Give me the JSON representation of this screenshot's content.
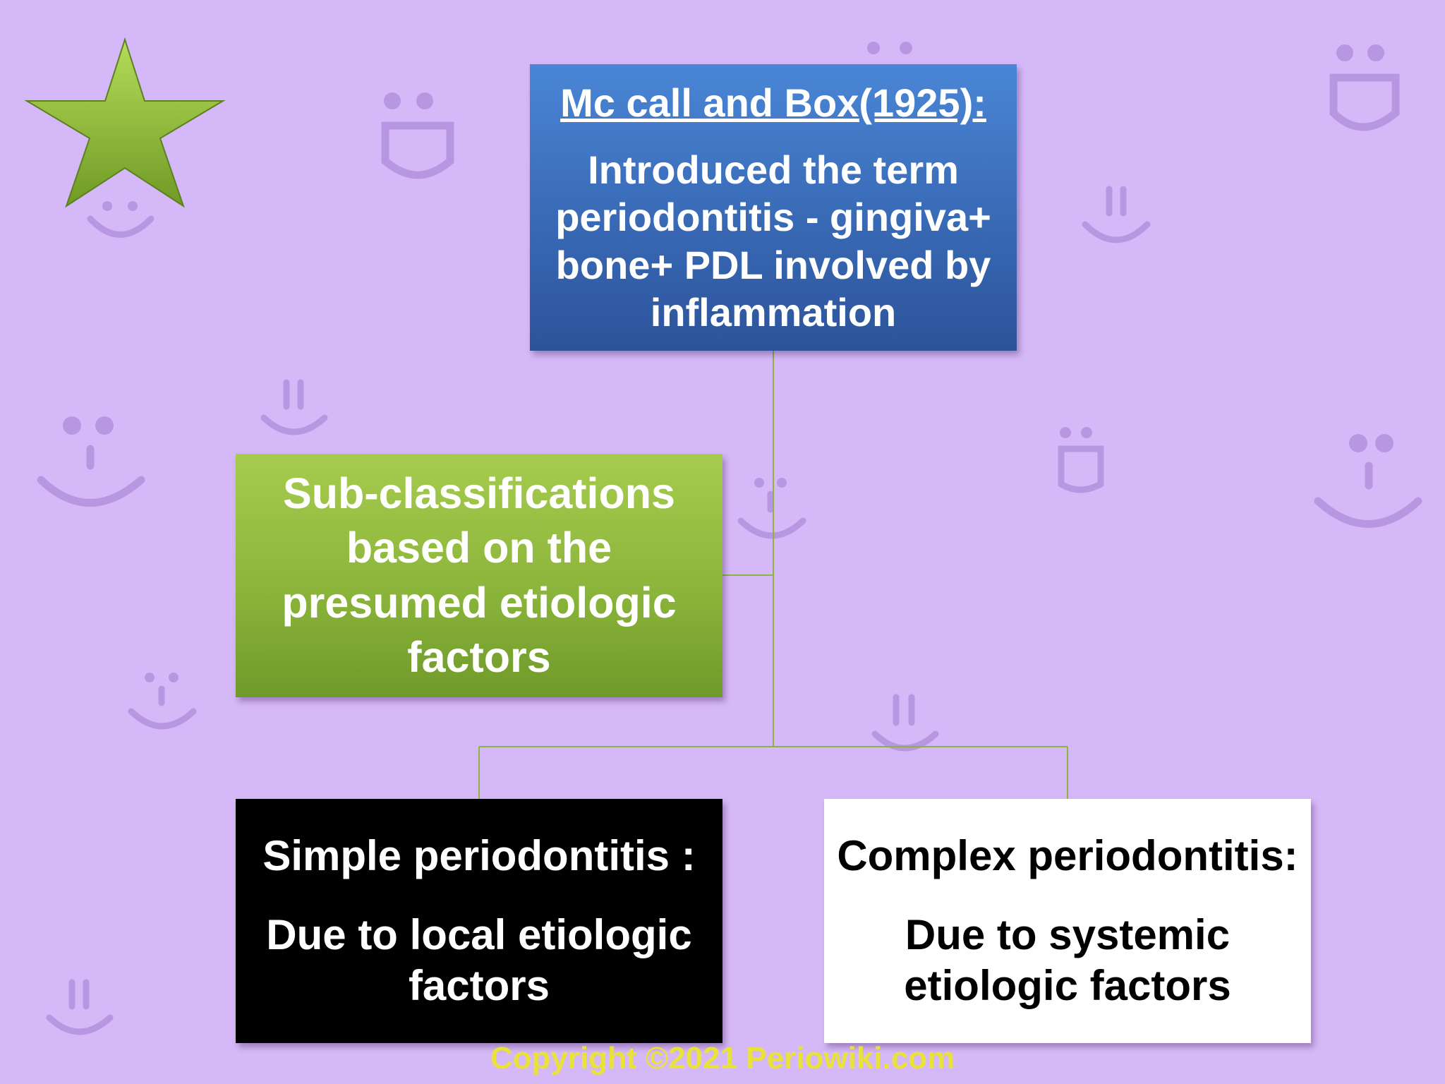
{
  "diagram": {
    "top_box": {
      "heading": "Mc call and Box(1925):",
      "text_lines": [
        "Introduced the term",
        "periodontitis  - gingiva+",
        "bone+ PDL involved by",
        "inflammation"
      ]
    },
    "middle_box": {
      "text_lines": [
        "Sub-classifications",
        "based on the",
        "presumed etiologic",
        "factors"
      ]
    },
    "left_box": {
      "heading": "Simple periodontitis :",
      "text_lines": [
        "Due to local etiologic",
        "factors"
      ]
    },
    "right_box": {
      "heading": "Complex periodontitis:",
      "text_lines": [
        "Due to systemic",
        "etiologic factors"
      ]
    }
  },
  "footer": {
    "copyright": "Copyright ©2021 Periowiki.com"
  },
  "colors": {
    "background": "#d5b8f7",
    "top_box": "#3a6cb8",
    "middle_box": "#8cb53b",
    "connector": "#8cb53b",
    "copyright": "#e8e23a",
    "star": "#8fc23a"
  },
  "icons": [
    "star-icon",
    "smiley-face-icon"
  ]
}
